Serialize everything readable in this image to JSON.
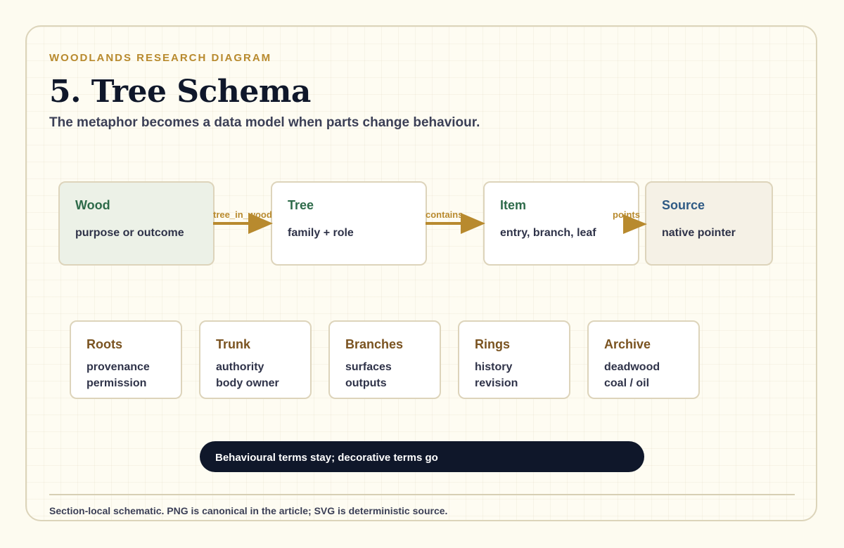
{
  "eyebrow": "WOODLANDS RESEARCH DIAGRAM",
  "title": "5. Tree Schema",
  "subtitle": "The metaphor becomes a data model when parts change behaviour.",
  "nodes": [
    {
      "title": "Wood",
      "desc": "purpose or outcome",
      "title_color": "#2e6b4a",
      "fill": "#ecf1e7"
    },
    {
      "title": "Tree",
      "desc": "family + role",
      "title_color": "#2e6b4a",
      "fill": "#ffffff"
    },
    {
      "title": "Item",
      "desc": "entry, branch, leaf",
      "title_color": "#2e6b4a",
      "fill": "#ffffff"
    },
    {
      "title": "Source",
      "desc": "native pointer",
      "title_color": "#2f5a84",
      "fill": "#f5f1e6"
    }
  ],
  "edges": [
    {
      "label": "tree_in_wood"
    },
    {
      "label": "contains"
    },
    {
      "label": "points"
    }
  ],
  "parts": [
    {
      "title": "Roots",
      "lines": [
        "provenance",
        "permission"
      ]
    },
    {
      "title": "Trunk",
      "lines": [
        "authority",
        "body owner"
      ]
    },
    {
      "title": "Branches",
      "lines": [
        "surfaces",
        "outputs"
      ]
    },
    {
      "title": "Rings",
      "lines": [
        "history",
        "revision"
      ]
    },
    {
      "title": "Archive",
      "lines": [
        "deadwood",
        "coal / oil"
      ]
    }
  ],
  "banner": "Behavioural terms stay; decorative terms go",
  "footer": "Section-local schematic. PNG is canonical in the article; SVG is deterministic source.",
  "colors": {
    "accent": "#b88a2e",
    "ink": "#0f172a",
    "border": "#ddd4bb",
    "part_title": "#7a5320"
  }
}
